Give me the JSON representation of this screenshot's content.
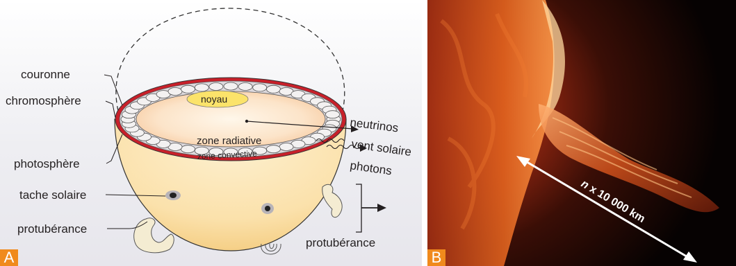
{
  "panel_a": {
    "badge": "A",
    "labels": {
      "couronne": "couronne",
      "chromosphere": "chromosphère",
      "photosphere": "photosphère",
      "tache_solaire": "tache solaire",
      "protuberance_left": "protubérance",
      "noyau": "noyau",
      "zone_radiative": "zone radiative",
      "zone_convective": "zone convective",
      "neutrinos": "neutrinos",
      "vent_solaire": "vent solaire",
      "photons": "photons",
      "protuberance_right": "protubérance"
    }
  },
  "panel_b": {
    "badge": "B",
    "scale_label": "n x 10 000 km",
    "scale_label_italic_part": "n",
    "scale_label_rest": " x 10 000 km"
  },
  "colors": {
    "badge": "#f08a1c",
    "sun_rim": "#c8202a",
    "noyau_fill": "#fbe36a",
    "sphere_fill": "#fbe2b0"
  }
}
